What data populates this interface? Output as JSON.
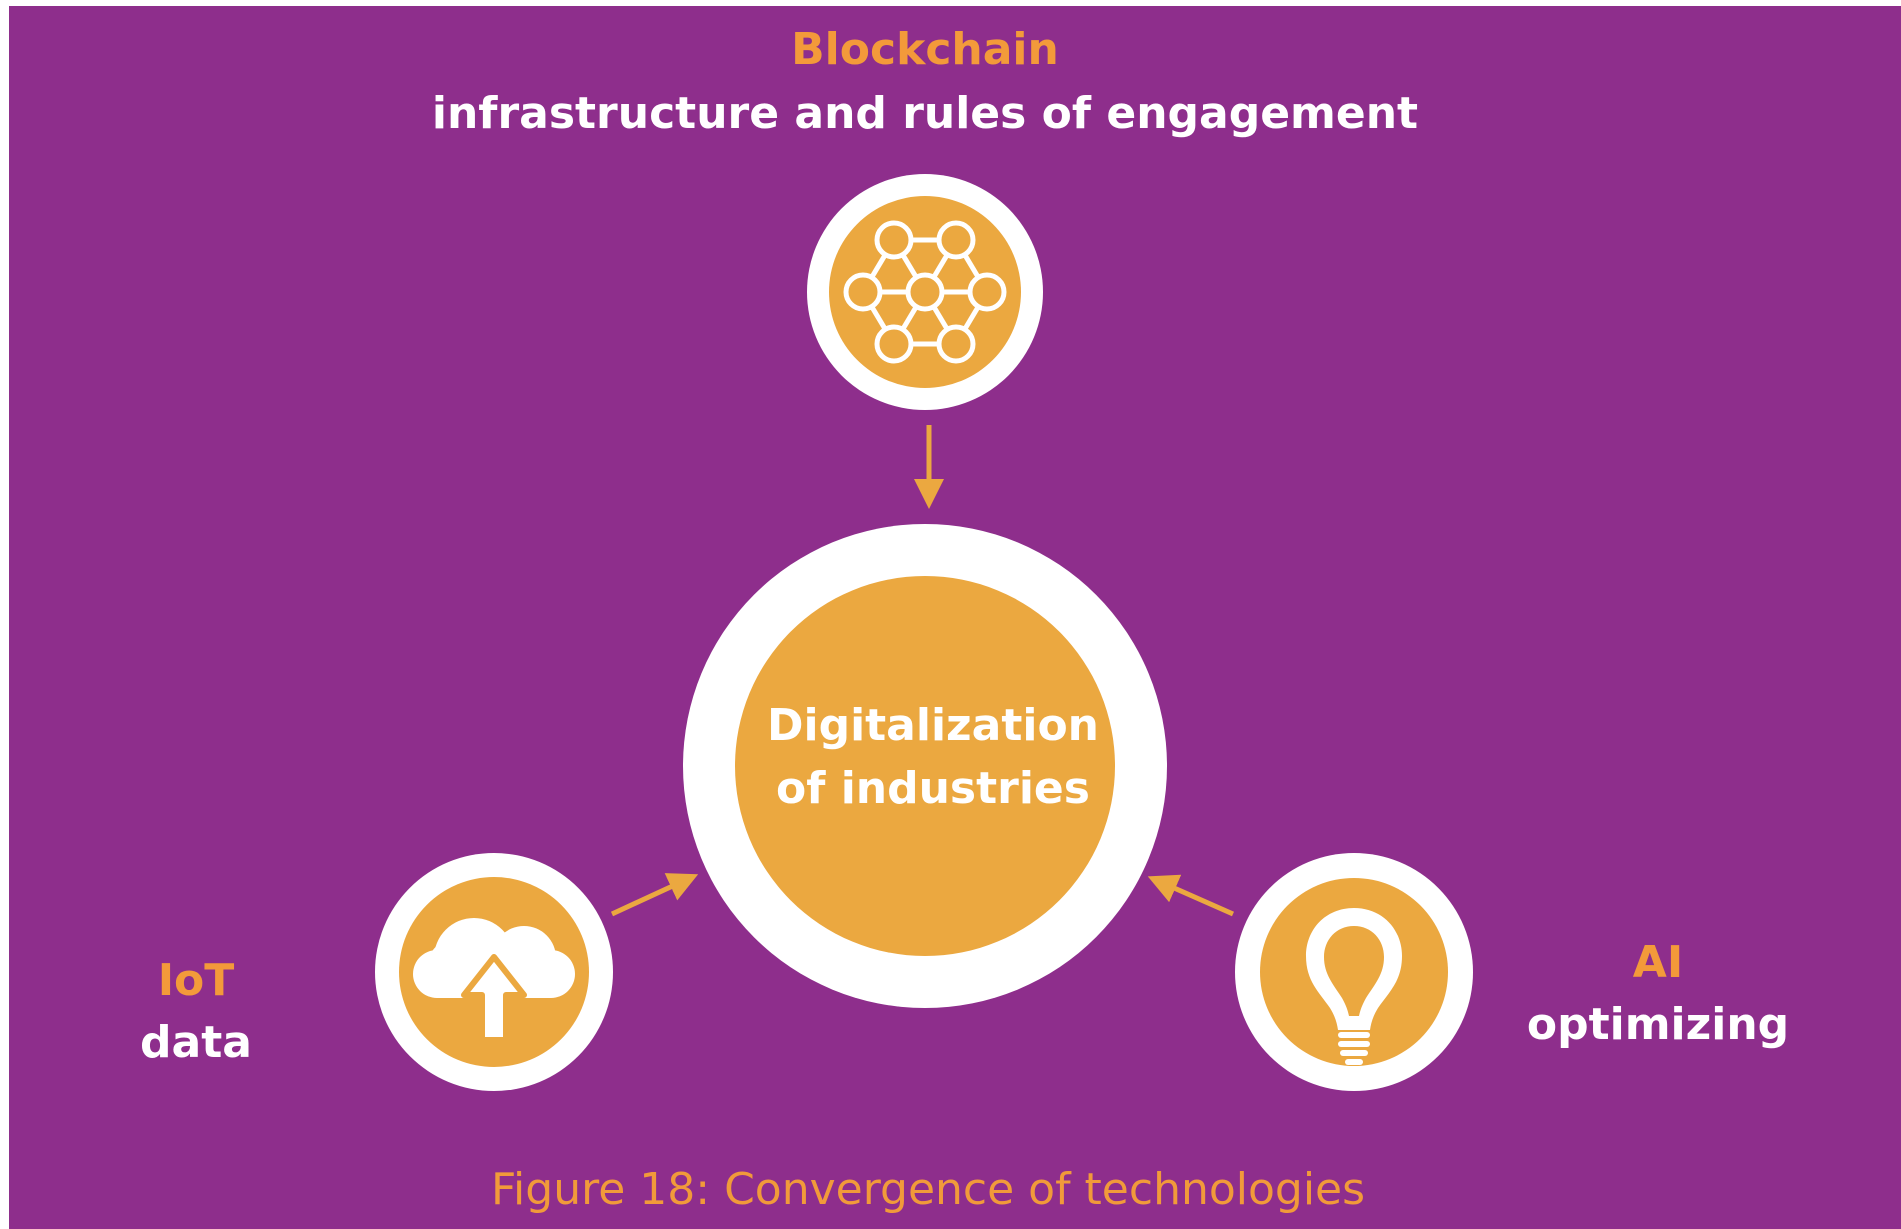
{
  "colors": {
    "background": "#8e2e8c",
    "accent": "#eba840",
    "orange_text": "#f39a3a",
    "white": "#ffffff",
    "caption": "#f19a3a"
  },
  "top_node": {
    "title": "Blockchain",
    "subtitle": "infrastructure and rules of engagement",
    "icon": "network-icon"
  },
  "left_node": {
    "title": "IoT",
    "subtitle": "data",
    "icon": "cloud-upload-icon"
  },
  "right_node": {
    "title": "AI",
    "subtitle": "optimizing",
    "icon": "lightbulb-icon"
  },
  "center_node": {
    "line1": "Digitalization",
    "line2": "of industries"
  },
  "caption": "Figure 18: Convergence of technologies"
}
